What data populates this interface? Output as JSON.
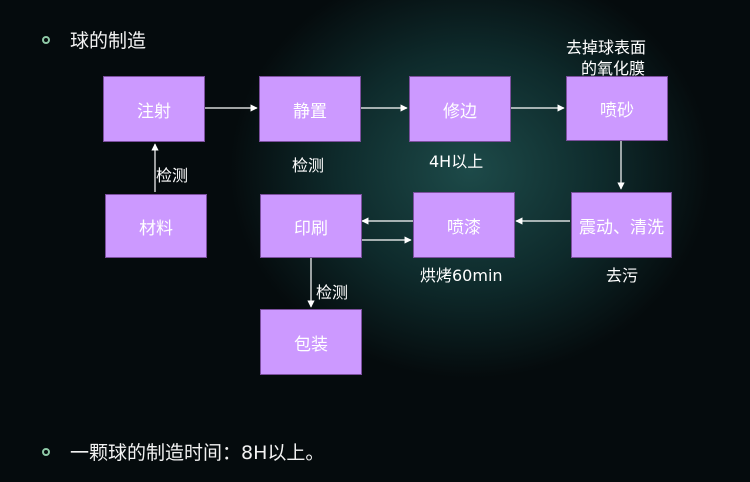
{
  "bullets": {
    "title": "球的制造",
    "footer": "一颗球的制造时间：8H以上。"
  },
  "nodes": {
    "zhushe": "注射",
    "jingzhi": "静置",
    "xiubian": "修边",
    "pensha": "喷砂",
    "cailiao": "材料",
    "yinshua": "印刷",
    "penqi": "喷漆",
    "zhendong": "震动、清洗",
    "baozhuang": "包装"
  },
  "notes": {
    "pensha_top_1": "去掉球表面",
    "pensha_top_2": "的氧化膜",
    "jiance_cailiao": "检测",
    "jiance_jingzhi": "检测",
    "xiubian_time": "4H以上",
    "penqi_bake": "烘烤60min",
    "zhendong_below": "去污",
    "jiance_yinshua": "检测"
  },
  "colors": {
    "node_fill": "#cc99ff",
    "arrow": "#ffffff",
    "bullet": "#8fc9a6"
  }
}
